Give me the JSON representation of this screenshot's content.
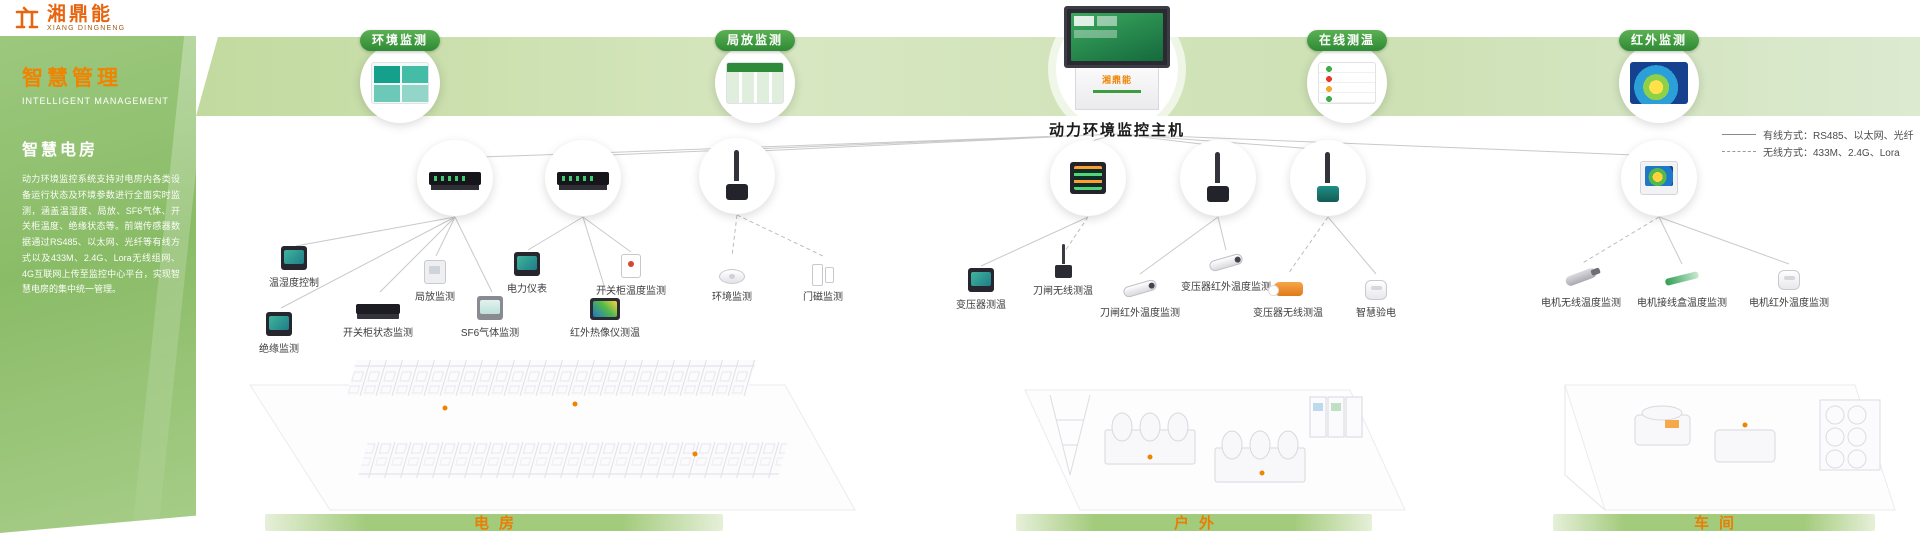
{
  "colors": {
    "brand_orange": "#f08300",
    "badge_green": "#3f9b3f",
    "band_green": "#cde1b4",
    "sidebar_green": "#8abc67"
  },
  "brand": {
    "logo_text": "湘鼎能",
    "logo_sub": "XIANG DINGNENG"
  },
  "sidebar": {
    "title": "智慧管理",
    "title_en": "INTELLIGENT MANAGEMENT",
    "section": "智慧电房",
    "description": "动力环境监控系统支持对电房内各类设备运行状态及环境参数进行全面实时监测，涵盖温湿度、局放、SF6气体、开关柜温度、绝缘状态等。前端传感器数据通过RS485、以太网、光纤等有线方式以及433M、2.4G、Lora无线组网、4G互联网上传至监控中心平台，实现智慧电房的集中统一管理。"
  },
  "top_badges": [
    {
      "label": "环境监测"
    },
    {
      "label": "局放监测"
    },
    {
      "label": "在线测温"
    },
    {
      "label": "红外监测"
    }
  ],
  "host": {
    "label": "动力环境监控主机",
    "brand": "湘鼎能"
  },
  "legend": {
    "wired": "有线方式：RS485、以太网、光纤",
    "wireless": "无线方式：433M、2.4G、Lora"
  },
  "devices": {
    "room": [
      {
        "label": "温湿度控制"
      },
      {
        "label": "绝缘监测"
      },
      {
        "label": "开关柜状态监测"
      },
      {
        "label": "局放监测"
      },
      {
        "label": "SF6气体监测"
      },
      {
        "label": "电力仪表"
      },
      {
        "label": "红外热像仪测温"
      },
      {
        "label": "开关柜温度监测"
      },
      {
        "label": "环境监测"
      },
      {
        "label": "门磁监测"
      }
    ],
    "outdoor": [
      {
        "label": "变压器测温"
      },
      {
        "label": "刀闸无线测温"
      },
      {
        "label": "刀闸红外温度监测"
      },
      {
        "label": "变压器红外温度监测"
      },
      {
        "label": "变压器无线测温"
      },
      {
        "label": "智慧验电"
      }
    ],
    "workshop": [
      {
        "label": "电机无线温度监测"
      },
      {
        "label": "电机接线盒温度监测"
      },
      {
        "label": "电机红外温度监测"
      }
    ]
  },
  "zones": [
    {
      "label": "电房"
    },
    {
      "label": "户外"
    },
    {
      "label": "车间"
    }
  ]
}
